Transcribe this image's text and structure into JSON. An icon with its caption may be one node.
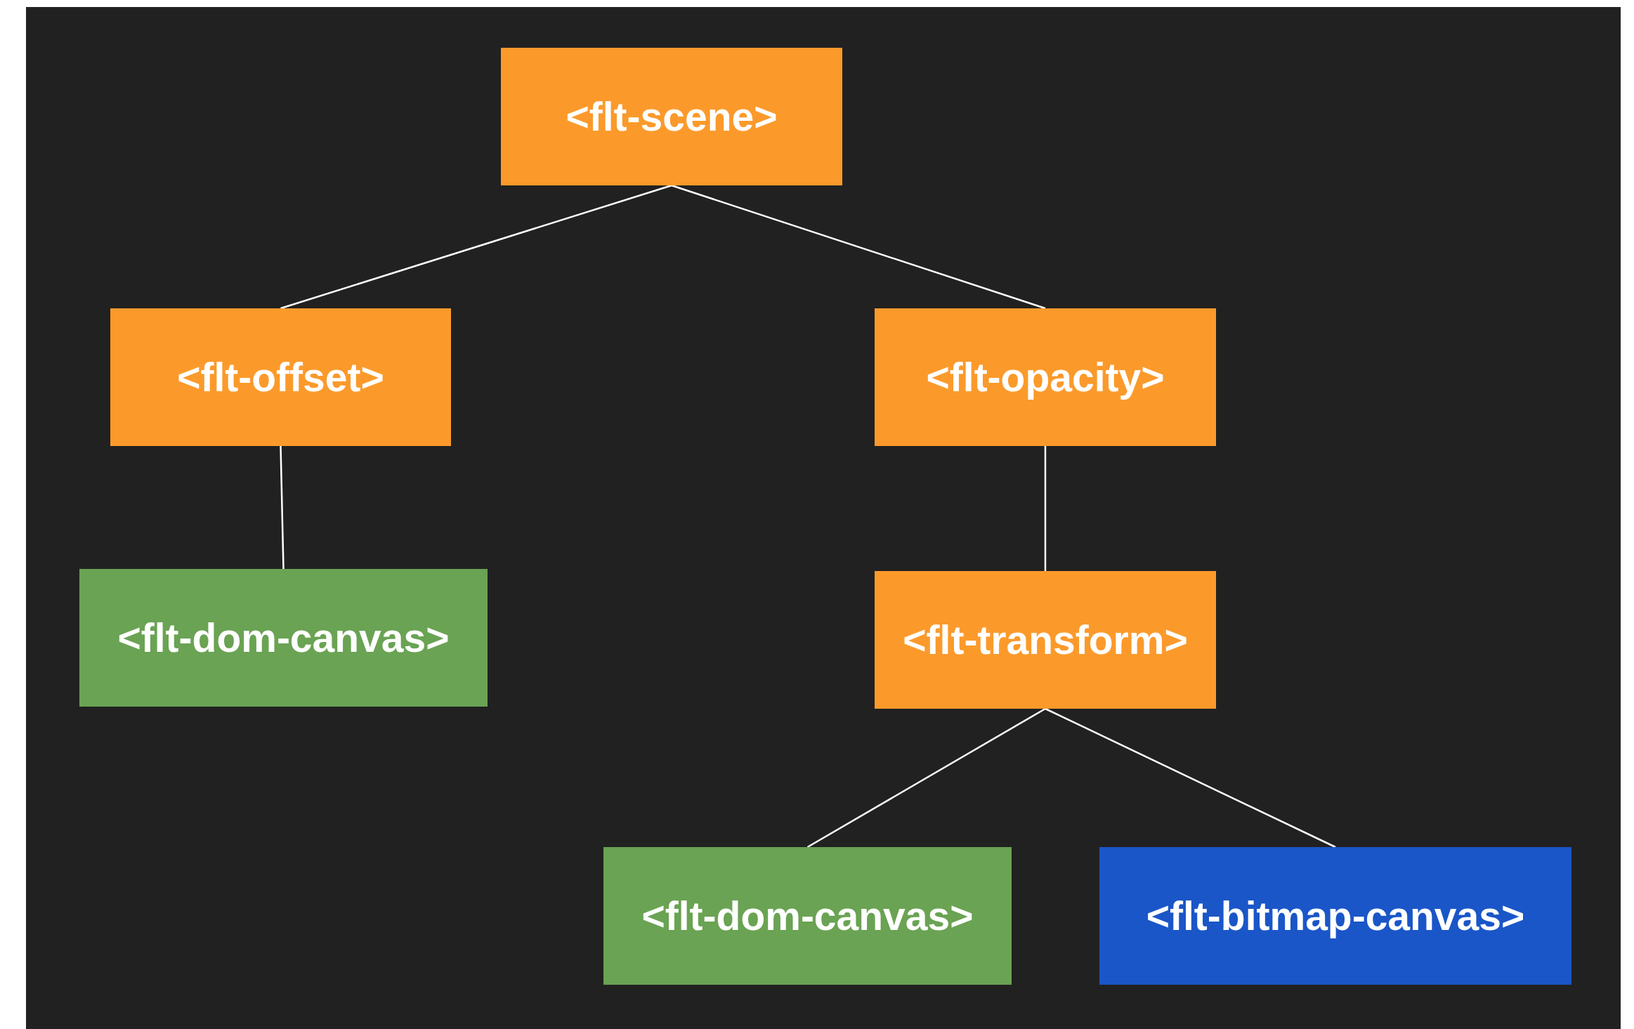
{
  "diagram": {
    "nodes": [
      {
        "text": [
          "<flt-scene>"
        ]
      },
      {
        "text": [
          "<flt-offset>"
        ]
      },
      {
        "text": [
          "<flt-opacity>"
        ]
      },
      {
        "text": [
          "<flt-dom-canvas>"
        ]
      },
      {
        "text": [
          "<flt-transform>"
        ]
      },
      {
        "text": [
          "<flt-dom-canvas>"
        ]
      },
      {
        "text": [
          "<flt-bitmap-canvas>"
        ]
      }
    ],
    "edges": [
      {
        "from": 0,
        "to": 1,
        "arrow": "none"
      },
      {
        "from": 0,
        "to": 2,
        "arrow": "none"
      },
      {
        "from": 1,
        "to": 3,
        "arrow": "none"
      },
      {
        "from": 2,
        "to": 4,
        "arrow": "none"
      },
      {
        "from": 4,
        "to": 5,
        "arrow": "none"
      },
      {
        "from": 4,
        "to": 6,
        "arrow": "none"
      }
    ]
  }
}
